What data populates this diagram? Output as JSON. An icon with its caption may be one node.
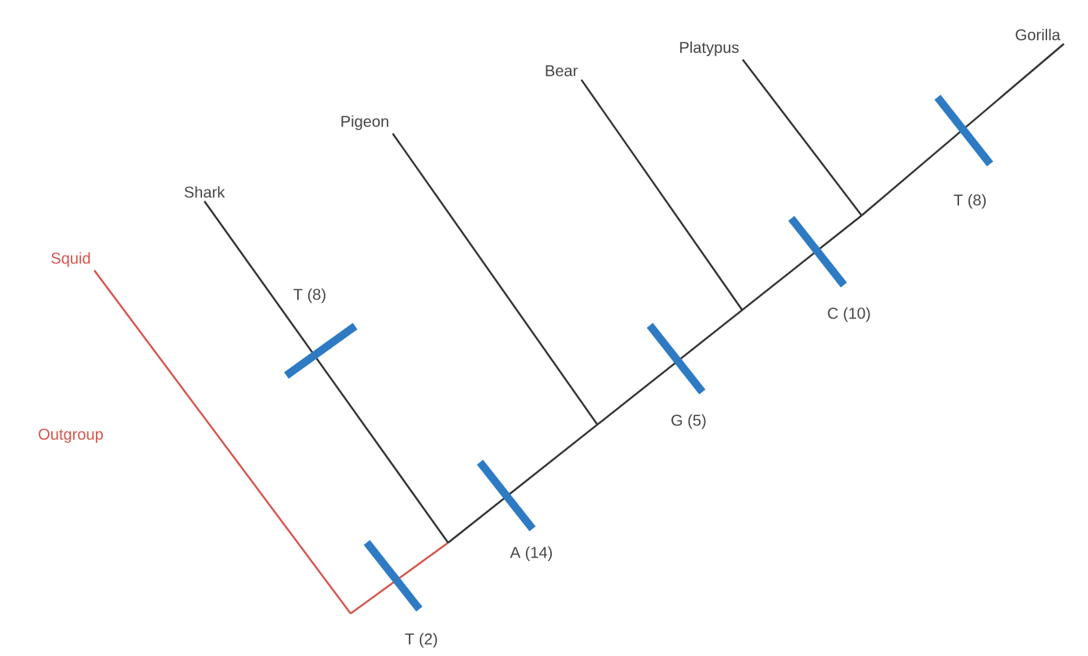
{
  "diagram": {
    "nodes": [
      {
        "text": [
          "Squid"
        ]
      },
      {
        "text": [
          "Shark"
        ]
      },
      {
        "text": [
          "Pigeon"
        ]
      },
      {
        "text": [
          "Bear"
        ]
      },
      {
        "text": [
          "Platypus"
        ]
      },
      {
        "text": [
          "Gorilla"
        ]
      }
    ],
    "edges": [
      {
        "from": null,
        "to": 0,
        "arrow": "none",
        "color": "#d5544c"
      },
      {
        "from": null,
        "to": 1,
        "arrow": "none"
      },
      {
        "from": null,
        "to": 2,
        "arrow": "none"
      },
      {
        "from": null,
        "to": 3,
        "arrow": "none"
      },
      {
        "from": null,
        "to": 4,
        "arrow": "none"
      },
      {
        "from": null,
        "to": 5,
        "arrow": "none"
      }
    ],
    "labels": [
      "T (8)",
      "T (8)",
      "C (10)",
      "G (5)",
      "Outgroup",
      "A (14)",
      "T (2)"
    ]
  }
}
